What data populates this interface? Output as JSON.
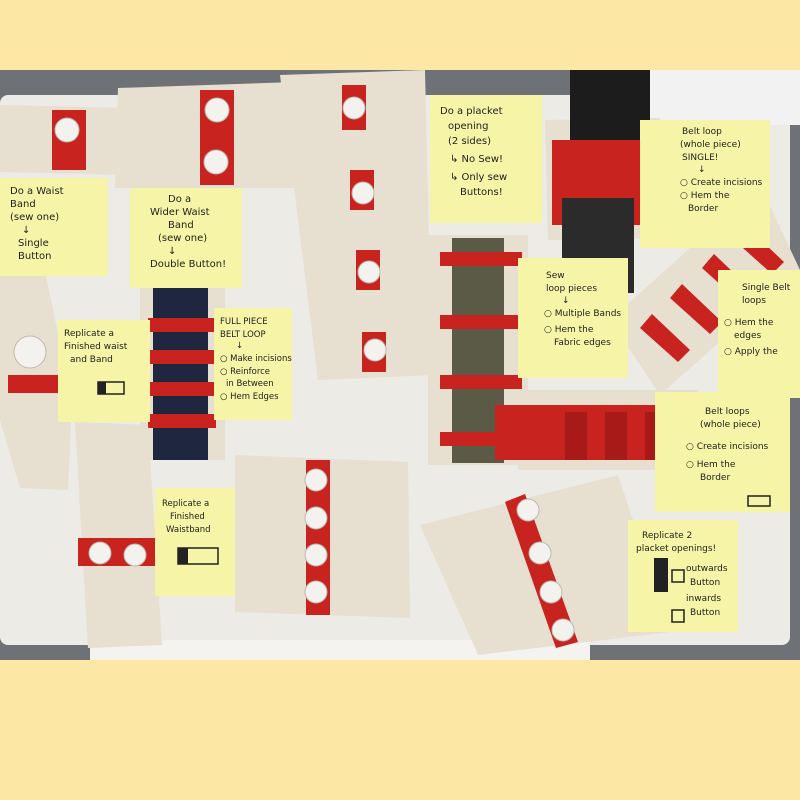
{
  "colors": {
    "frame": "#fde7a5",
    "wall": "#6e7276",
    "board": "#ecebe6",
    "calico": "#e7dfd0",
    "sticky": "#f6f4a6",
    "red": "#c8231f",
    "navy": "#1f2740",
    "olive": "#5b5a46",
    "black": "#1c1c1c",
    "button": "#f4f2ee"
  },
  "notes": [
    {
      "lines": [
        "Do a Waist",
        "Band",
        "(sew one)",
        "↓",
        "Single",
        "Button"
      ]
    },
    {
      "lines": [
        "Do a",
        "Wider Waist",
        "Band",
        "(sew one)",
        "↓",
        "Double Button!"
      ]
    },
    {
      "lines": [
        "Do a placket",
        "opening",
        "(2 sides)",
        "↳ No Sew!",
        "↳ Only sew",
        "Buttons!"
      ]
    },
    {
      "lines": [
        "Belt loop",
        "(whole piece)",
        "SINGLE!",
        "↓",
        "○ Create incisions",
        "○ Hem the",
        "Border"
      ]
    },
    {
      "lines": [
        "Replicate a",
        "Finished waist",
        "and Band"
      ]
    },
    {
      "lines": [
        "FULL PIECE",
        "BELT LOOP",
        "↓",
        "○ Make incisions",
        "○ Reinforce",
        "in Between",
        "○ Hem Edges"
      ]
    },
    {
      "lines": [
        "Sew",
        "loop pieces",
        "↓",
        "○ Multiple Bands",
        "○ Hem the",
        "Fabric edges"
      ]
    },
    {
      "lines": [
        "Single Belt",
        "loops",
        "○ Hem the",
        "edges",
        "○ Apply the"
      ]
    },
    {
      "lines": [
        "Belt loops",
        "(whole piece)",
        "○ Create incisions",
        "○ Hem the",
        "Border"
      ]
    },
    {
      "lines": [
        "Replicate a",
        "Finished",
        "Waistband"
      ]
    },
    {
      "lines": [
        "Replicate 2",
        "placket openings!",
        "outwards",
        "Button",
        "inwards",
        "Button"
      ]
    }
  ]
}
